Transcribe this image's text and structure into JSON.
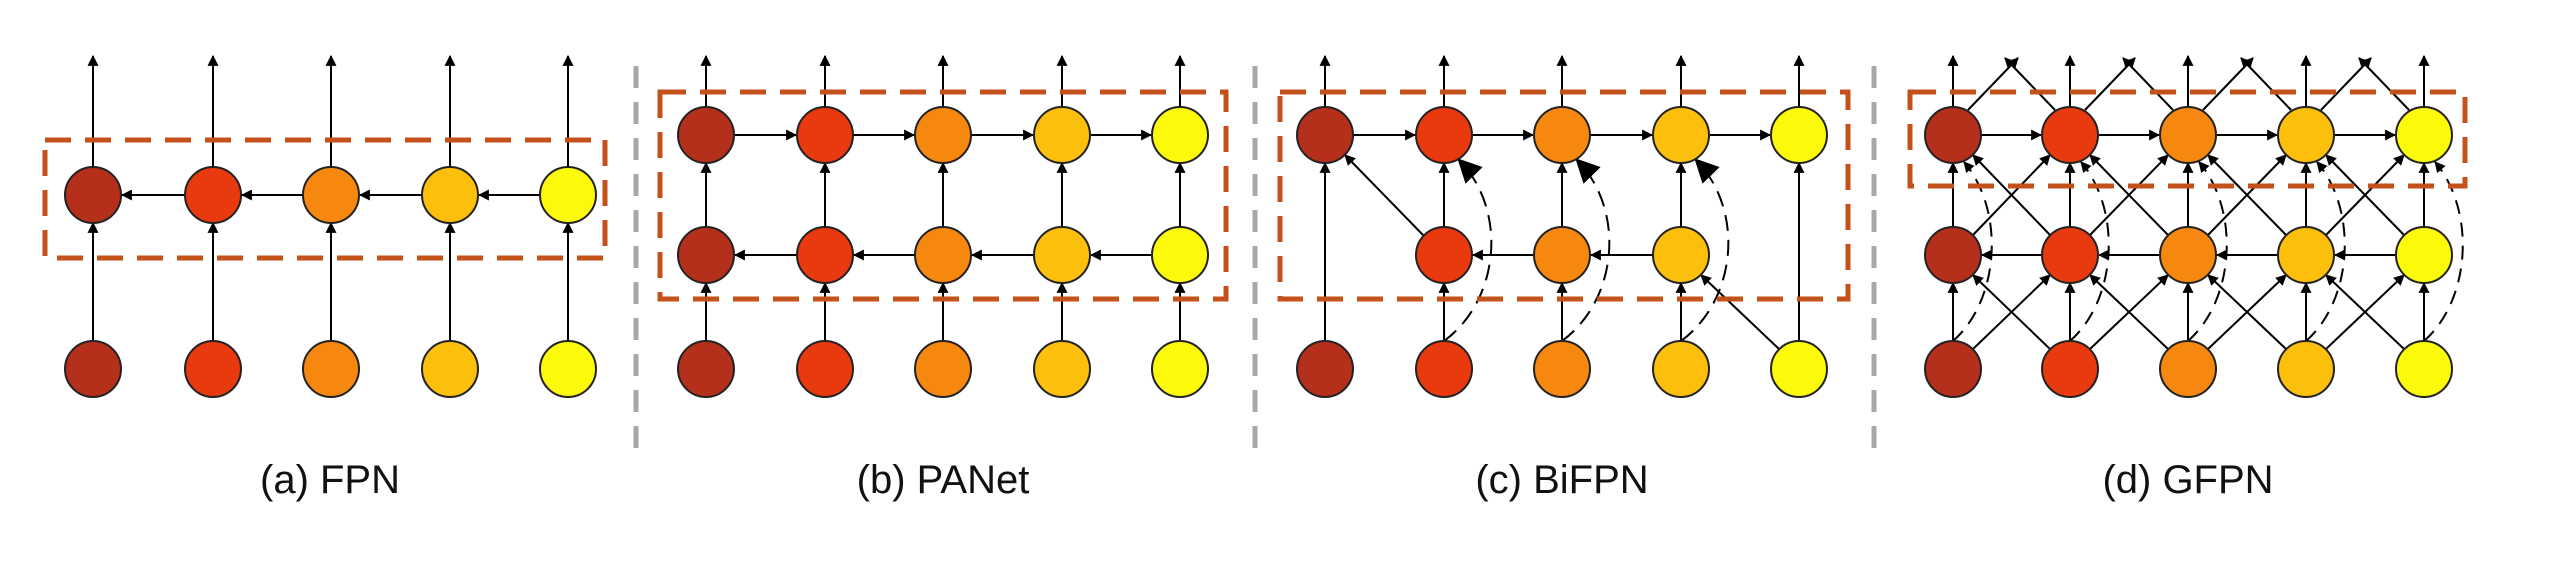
{
  "colors": {
    "levels": [
      "#b5301a",
      "#e8390f",
      "#f7880f",
      "#fcc00c",
      "#fcfa0a"
    ],
    "node_stroke": "#222222",
    "edge": "#000000",
    "group_box": "#c4501a",
    "separator": "#a8a8a8"
  },
  "panels": [
    {
      "id": "fpn",
      "caption": "(a) FPN"
    },
    {
      "id": "panet",
      "caption": "(b) PANet"
    },
    {
      "id": "bifpn",
      "caption": "(c) BiFPN"
    },
    {
      "id": "gfpn",
      "caption": "(d) GFPN"
    }
  ]
}
